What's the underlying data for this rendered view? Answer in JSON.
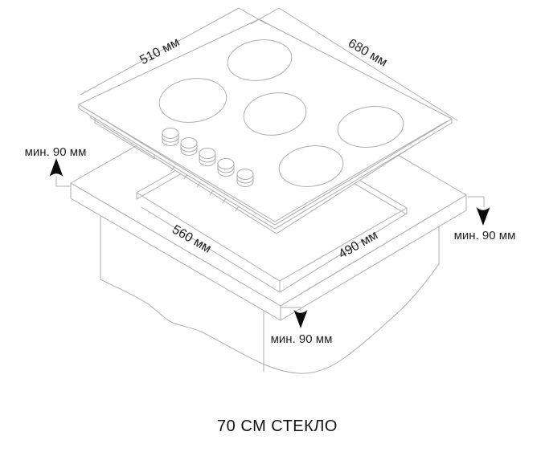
{
  "meta": {
    "background_color": "#ffffff",
    "line_color": "#adadad",
    "text_color": "#1f1f1f",
    "arrow_color": "#0d0d0d"
  },
  "diagram": {
    "type": "isometric-installation-drawing",
    "caption": "70 СМ СТЕКЛО",
    "cooktop": {
      "burner_count": 5,
      "knob_count": 5,
      "width_label": "680 мм",
      "depth_label": "510 мм"
    },
    "cutout": {
      "width_label": "560 мм",
      "depth_label": "490 мм"
    },
    "clearances": {
      "left": "мин. 90 мм",
      "right": "мин. 90 мм",
      "front": "мин. 90 мм"
    }
  }
}
